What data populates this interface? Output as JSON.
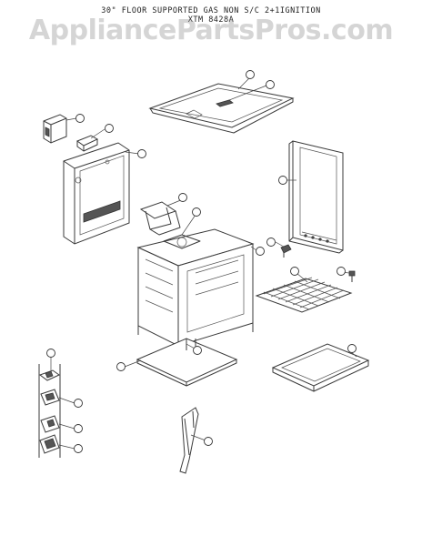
{
  "header": {
    "title_line_1": "30\" FLOOR SUPPORTED GAS NON S/C 2+1IGNITION",
    "title_line_2": "XTM 8428A",
    "watermark": "AppliancePartsPros.com"
  }
}
